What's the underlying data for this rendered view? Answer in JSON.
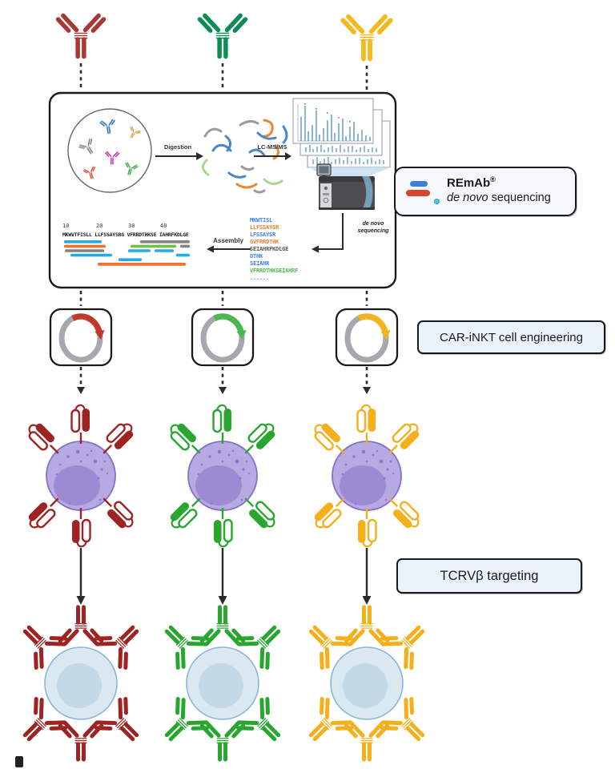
{
  "figure": {
    "workflow": {
      "digestion_label": "Digestion",
      "lcmsms_label": "LC-MS/MS",
      "assembly_label": "Assembly",
      "denovo_arrow_label_line1": "de novo",
      "denovo_arrow_label_line2": "sequencing"
    },
    "remab_badge": {
      "title": "REmAb",
      "registered_mark": "®",
      "subtitle_italic": "de novo",
      "subtitle_rest": " sequencing"
    },
    "car_engineering_label": "CAR-iNKT cell engineering",
    "tcr_targeting_label": "TCRVβ targeting",
    "assembly": {
      "ruler_ticks": [
        "10",
        "20",
        "30",
        "40"
      ],
      "consensus_sequence": "MKWVTFISLL LLFSSAYSRG VFRRDTHKSE IAHRFKDLGE"
    },
    "peptide_reads": [
      {
        "text": "MKWTISL",
        "color": "blue"
      },
      {
        "text": "LLFSSAYSR",
        "color": "orange"
      },
      {
        "text": "LFSSAYSR",
        "color": "blue"
      },
      {
        "text": "GVFRRDTHK",
        "color": "orange"
      },
      {
        "text": "SEIAHRFKDLGE",
        "color": "gray"
      },
      {
        "text": "DTHK",
        "color": "blue"
      },
      {
        "text": "SEIAHR",
        "color": "blue"
      },
      {
        "text": "VFRRDTHKSEIAHRF",
        "color": "green"
      },
      {
        "text": "......",
        "color": "blue"
      }
    ]
  },
  "colors": {
    "ab_red": "#A63A32",
    "ab_green": "#0E8C56",
    "ab_yellow": "#F5B91E",
    "car_red": "#9E2323",
    "car_green": "#28A630",
    "car_yellow": "#F5AF1B",
    "plasmid_red": "#C0392B",
    "plasmid_green": "#4DB84D",
    "plasmid_yellow": "#F2B31F",
    "plasmid_ring": "#A7A7AE",
    "seq_blue": "#3B7CE8",
    "seq_orange": "#F07E26",
    "seq_gray": "#58595B",
    "seq_green": "#4FBA47",
    "bar_blue": "#29ABE2",
    "bar_orange": "#F2702D",
    "bar_gray": "#808285",
    "bar_green": "#72BF44",
    "mini_blue": "#3D7FC1",
    "mini_gray": "#8A8A8A",
    "mini_orange": "#DD9C44",
    "mini_magenta": "#C23CB3",
    "mini_red": "#D9493C",
    "mini_green": "#3FA74F",
    "sq_blue": "#4A86C9",
    "sq_orange": "#EF8432",
    "sq_gray": "#9B9B9B",
    "sq_green": "#A8D694",
    "peak_blue": "#4E8FC0",
    "panel_border": "#8E9AA6",
    "beam": "#C8E0F2",
    "instrument_body": "#4E4E52",
    "instrument_dark": "#3A3A3E",
    "instrument_panel": "#D8D8DA",
    "instrument_accent": "#7FAECB",
    "cell_body": "#B7A9E2",
    "cell_border": "#8471C7",
    "cell_nucleus": "#9C8AD3",
    "cell_dot": "#8A76CB",
    "target_body": "#DAE8F2",
    "target_border": "#8BB6D6",
    "target_nucleus": "#C4D9E8",
    "label_bg": "#EAF2FB",
    "remab_bg": "#F5F9FE",
    "box_border": "#1A1A1A",
    "line_dark": "#2B2B2B",
    "remab_blue": "#3D7EDB",
    "remab_red": "#D6432F",
    "remab_cyan": "#45C8EA"
  }
}
